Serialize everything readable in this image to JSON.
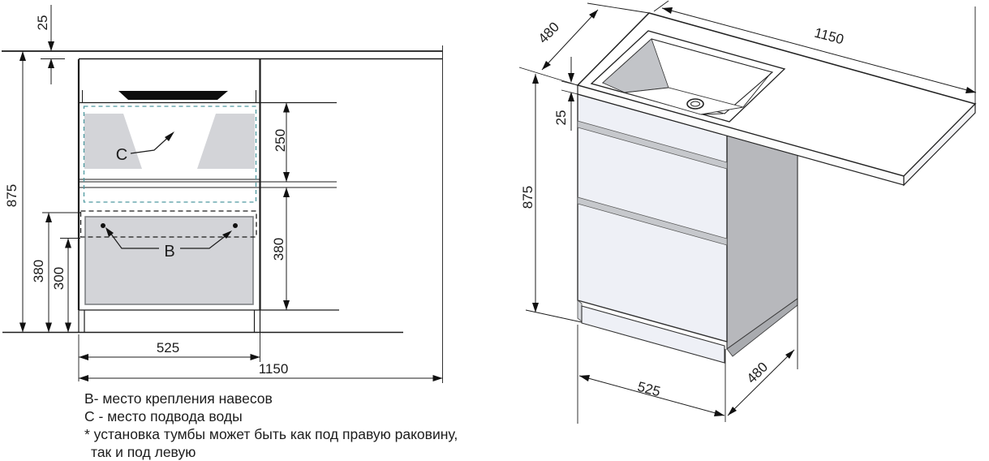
{
  "drawing": {
    "front_view": {
      "dim_counter_thickness": "25",
      "dim_total_height": "875",
      "dim_upper_drawer": "250",
      "dim_lower_drawer": "380",
      "dim_mount_zone": "380",
      "dim_mount_height": "300",
      "dim_cabinet_width": "525",
      "dim_total_width": "1150",
      "label_mount": "B",
      "label_water": "C"
    },
    "iso_view": {
      "dim_depth_top": "480",
      "dim_counter_thickness": "25",
      "dim_total_height": "875",
      "dim_total_width": "1150",
      "dim_cabinet_width": "525",
      "dim_depth_bottom": "480"
    },
    "notes": [
      "B- место крепления навесов",
      "C - место подвода воды",
      "* установка тумбы может быть как под правую раковину,",
      "так и под левую"
    ],
    "colors": {
      "line": "#1c1c1c",
      "panel_gray": "#d3d4d8",
      "dash_teal": "#4f99a0",
      "side_gray": "#b7b8bc",
      "front_light": "#eef0f6",
      "groove_gray": "#c6c8cc",
      "sink_black": "#0d0d0d"
    }
  }
}
